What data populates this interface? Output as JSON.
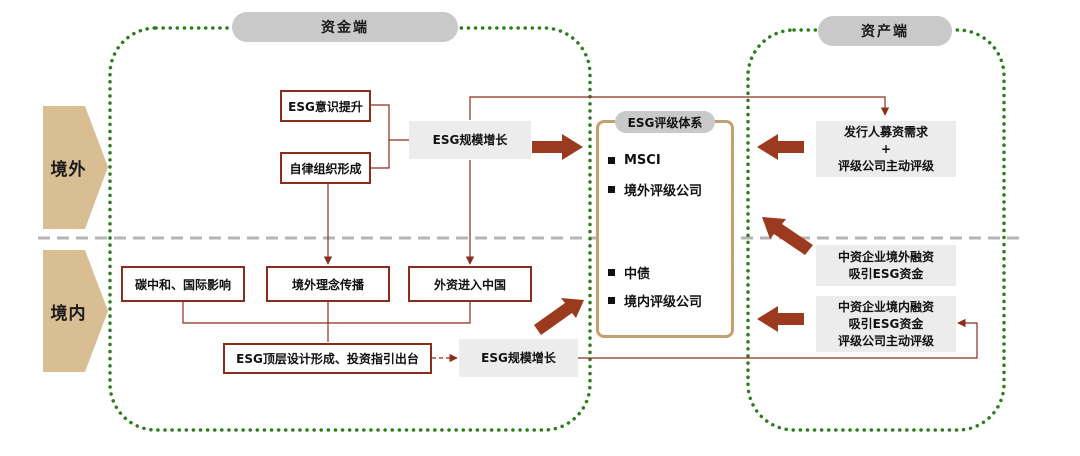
{
  "headers": {
    "capital_side": "资金端",
    "asset_side": "资产端"
  },
  "regions": {
    "overseas": "境外",
    "domestic": "境内"
  },
  "capital_side": {
    "esg_awareness": "ESG意识提升",
    "self_regulation": "自律组织形成",
    "esg_growth_overseas": "ESG规模增长",
    "carbon_neutral": "碳中和、国际影响",
    "concept_spread": "境外理念传播",
    "foreign_capital": "外资进入中国",
    "top_level_design": "ESG顶层设计形成、投资指引出台",
    "esg_growth_domestic": "ESG规模增长"
  },
  "rating_system": {
    "title": "ESG评级体系",
    "overseas_items": [
      "MSCI",
      "境外评级公司"
    ],
    "domestic_items": [
      "中债",
      "境内评级公司"
    ]
  },
  "asset_side": {
    "issuer_demand": [
      "发行人募资需求",
      "+",
      "评级公司主动评级"
    ],
    "overseas_financing": [
      "中资企业境外融资",
      "吸引ESG资金"
    ],
    "domestic_financing": [
      "中资企业境内融资",
      "吸引ESG资金",
      "评级公司主动评级"
    ]
  },
  "colors": {
    "arrow": "#9b3a1f",
    "box_border": "#8b2d1a",
    "dotted_border": "#2e7d1f",
    "region_tab": "#d9bd93",
    "panel_border": "#c4a06e",
    "pill": "#c9c9c9"
  }
}
